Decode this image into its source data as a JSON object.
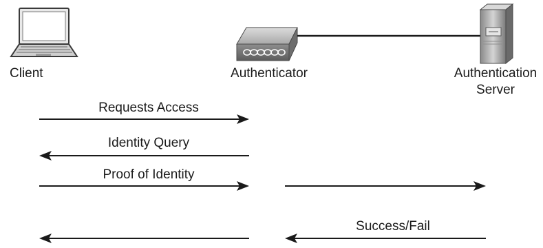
{
  "nodes": {
    "client": {
      "label": "Client",
      "icon": "laptop-icon"
    },
    "authenticator": {
      "label": "Authenticator",
      "icon": "network-switch-icon"
    },
    "server": {
      "label_line1": "Authentication",
      "label_line2": "Server",
      "icon": "tower-server-icon"
    }
  },
  "messages": [
    {
      "label": "Requests Access",
      "from": "client",
      "to": "authenticator"
    },
    {
      "label": "Identity Query",
      "from": "authenticator",
      "to": "client"
    },
    {
      "label": "Proof of Identity",
      "from": "client",
      "to": "authenticator"
    },
    {
      "label": "",
      "from": "authenticator",
      "to": "server"
    },
    {
      "label": "Success/Fail",
      "from": "server",
      "to": "authenticator"
    },
    {
      "label": "",
      "from": "authenticator",
      "to": "client"
    }
  ],
  "colors": {
    "line": "#1a1a1a",
    "device_dark": "#6b6b6b",
    "device_light": "#c8c8c8"
  }
}
